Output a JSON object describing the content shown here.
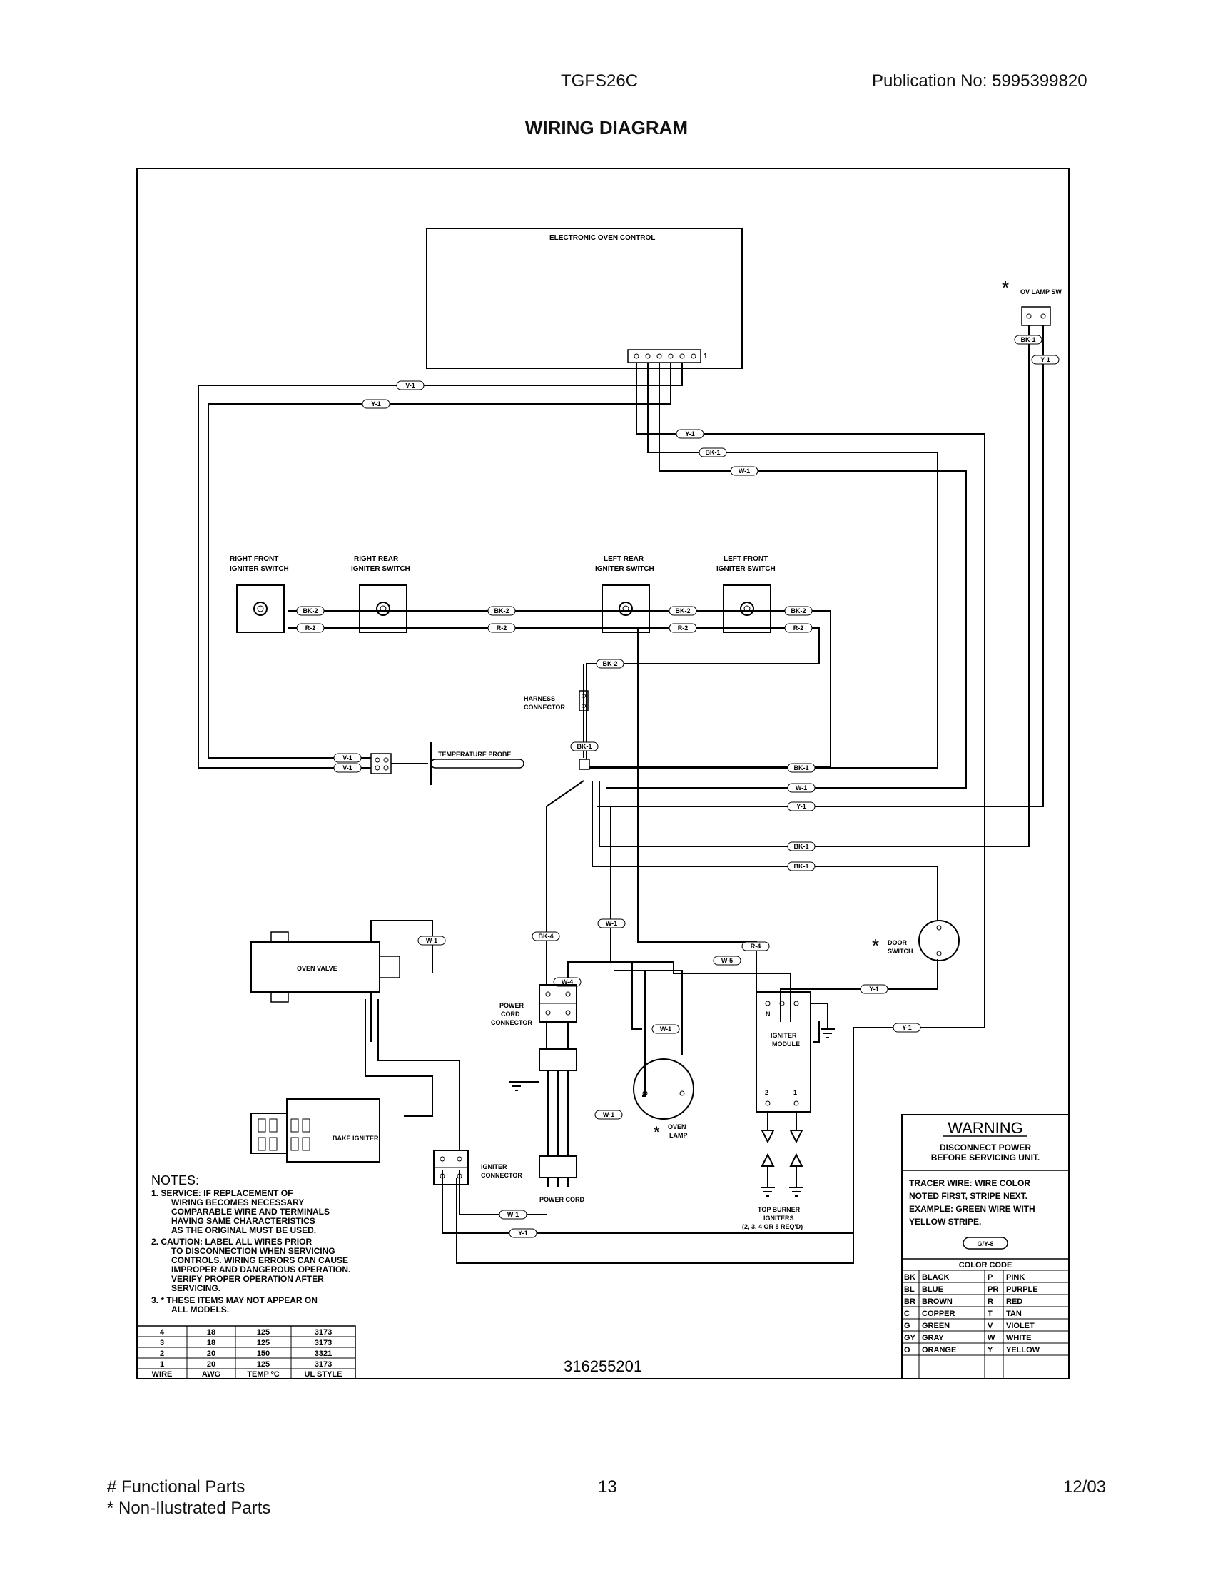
{
  "header": {
    "model": "TGFS26C",
    "publication": "Publication No:  5995399820",
    "title": "WIRING DIAGRAM"
  },
  "components": {
    "oven_control": "ELECTRONIC OVEN CONTROL",
    "terminal_one": "1",
    "lamp_switch": "OV LAMP SW",
    "right_front_switch": [
      "RIGHT FRONT",
      "IGNITER SWITCH"
    ],
    "right_rear_switch": [
      "RIGHT REAR",
      "IGNITER SWITCH"
    ],
    "left_rear_switch": [
      "LEFT REAR",
      "IGNITER SWITCH"
    ],
    "left_front_switch": [
      "LEFT FRONT",
      "IGNITER SWITCH"
    ],
    "harness_connector": [
      "HARNESS",
      "CONNECTOR"
    ],
    "temperature_probe": "TEMPERATURE PROBE",
    "oven_valve": "OVEN VALVE",
    "bake_igniter": "BAKE IGNITER",
    "igniter_connector": [
      "IGNITER",
      "CONNECTOR"
    ],
    "power_cord_connector": [
      "POWER",
      "CORD",
      "CONNECTOR"
    ],
    "power_cord": "POWER CORD",
    "oven_lamp": [
      "OVEN",
      "LAMP"
    ],
    "door_switch": [
      "DOOR",
      "SWITCH"
    ],
    "igniter_module": [
      "IGNITER",
      "MODULE"
    ],
    "module_terminals": [
      "N",
      "L",
      "2",
      "1"
    ],
    "top_burner_igniters": [
      "TOP BURNER",
      "IGNITERS",
      "(2, 3, 4 OR 5 REQ'D)"
    ],
    "asterisk": "*"
  },
  "wire_tags": {
    "v1": "V-1",
    "y1": "Y-1",
    "bk1": "BK-1",
    "w1": "W-1",
    "bk2": "BK-2",
    "r2": "R-2",
    "w4": "W-4",
    "bk4": "BK-4",
    "r4": "R-4",
    "w5": "W-5"
  },
  "notes": {
    "heading": "NOTES:",
    "items": [
      [
        "1.  SERVICE:  IF REPLACEMENT OF",
        "WIRING BECOMES NECESSARY",
        "COMPARABLE WIRE AND TERMINALS",
        "HAVING SAME CHARACTERISTICS",
        "AS THE ORIGINAL MUST BE USED."
      ],
      [
        "2.  CAUTION:  LABEL ALL WIRES PRIOR",
        "TO DISCONNECTION WHEN SERVICING",
        "CONTROLS.  WIRING ERRORS CAN CAUSE",
        "IMPROPER AND DANGEROUS OPERATION.",
        "VERIFY PROPER OPERATION AFTER",
        "SERVICING."
      ],
      [
        "3.  * THESE ITEMS MAY NOT APPEAR ON",
        "ALL MODELS."
      ]
    ]
  },
  "wire_table": {
    "rows": [
      [
        "4",
        "18",
        "125",
        "3173"
      ],
      [
        "3",
        "18",
        "125",
        "3173"
      ],
      [
        "2",
        "20",
        "150",
        "3321"
      ],
      [
        "1",
        "20",
        "125",
        "3173"
      ]
    ],
    "headers": [
      "WIRE",
      "AWG",
      "TEMP ºC",
      "UL STYLE"
    ]
  },
  "part_number": "316255201",
  "warning": {
    "title": "WARNING",
    "lines": [
      "DISCONNECT POWER",
      "BEFORE SERVICING UNIT."
    ],
    "tracer": [
      "TRACER WIRE:  WIRE COLOR",
      "NOTED FIRST, STRIPE NEXT.",
      "EXAMPLE:  GREEN WIRE WITH",
      "YELLOW STRIPE."
    ],
    "example_tag": "G/Y-8"
  },
  "color_code": {
    "title": "COLOR CODE",
    "rows": [
      [
        "BK",
        "BLACK",
        "P",
        "PINK"
      ],
      [
        "BL",
        "BLUE",
        "PR",
        "PURPLE"
      ],
      [
        "BR",
        "BROWN",
        "R",
        "RED"
      ],
      [
        "C",
        "COPPER",
        "T",
        "TAN"
      ],
      [
        "G",
        "GREEN",
        "V",
        "VIOLET"
      ],
      [
        "GY",
        "GRAY",
        "W",
        "WHITE"
      ],
      [
        "O",
        "ORANGE",
        "Y",
        "YELLOW"
      ]
    ]
  },
  "footer": {
    "functional": "# Functional Parts",
    "non_illustrated": "* Non-Ilustrated Parts",
    "page": "13",
    "date": "12/03"
  }
}
